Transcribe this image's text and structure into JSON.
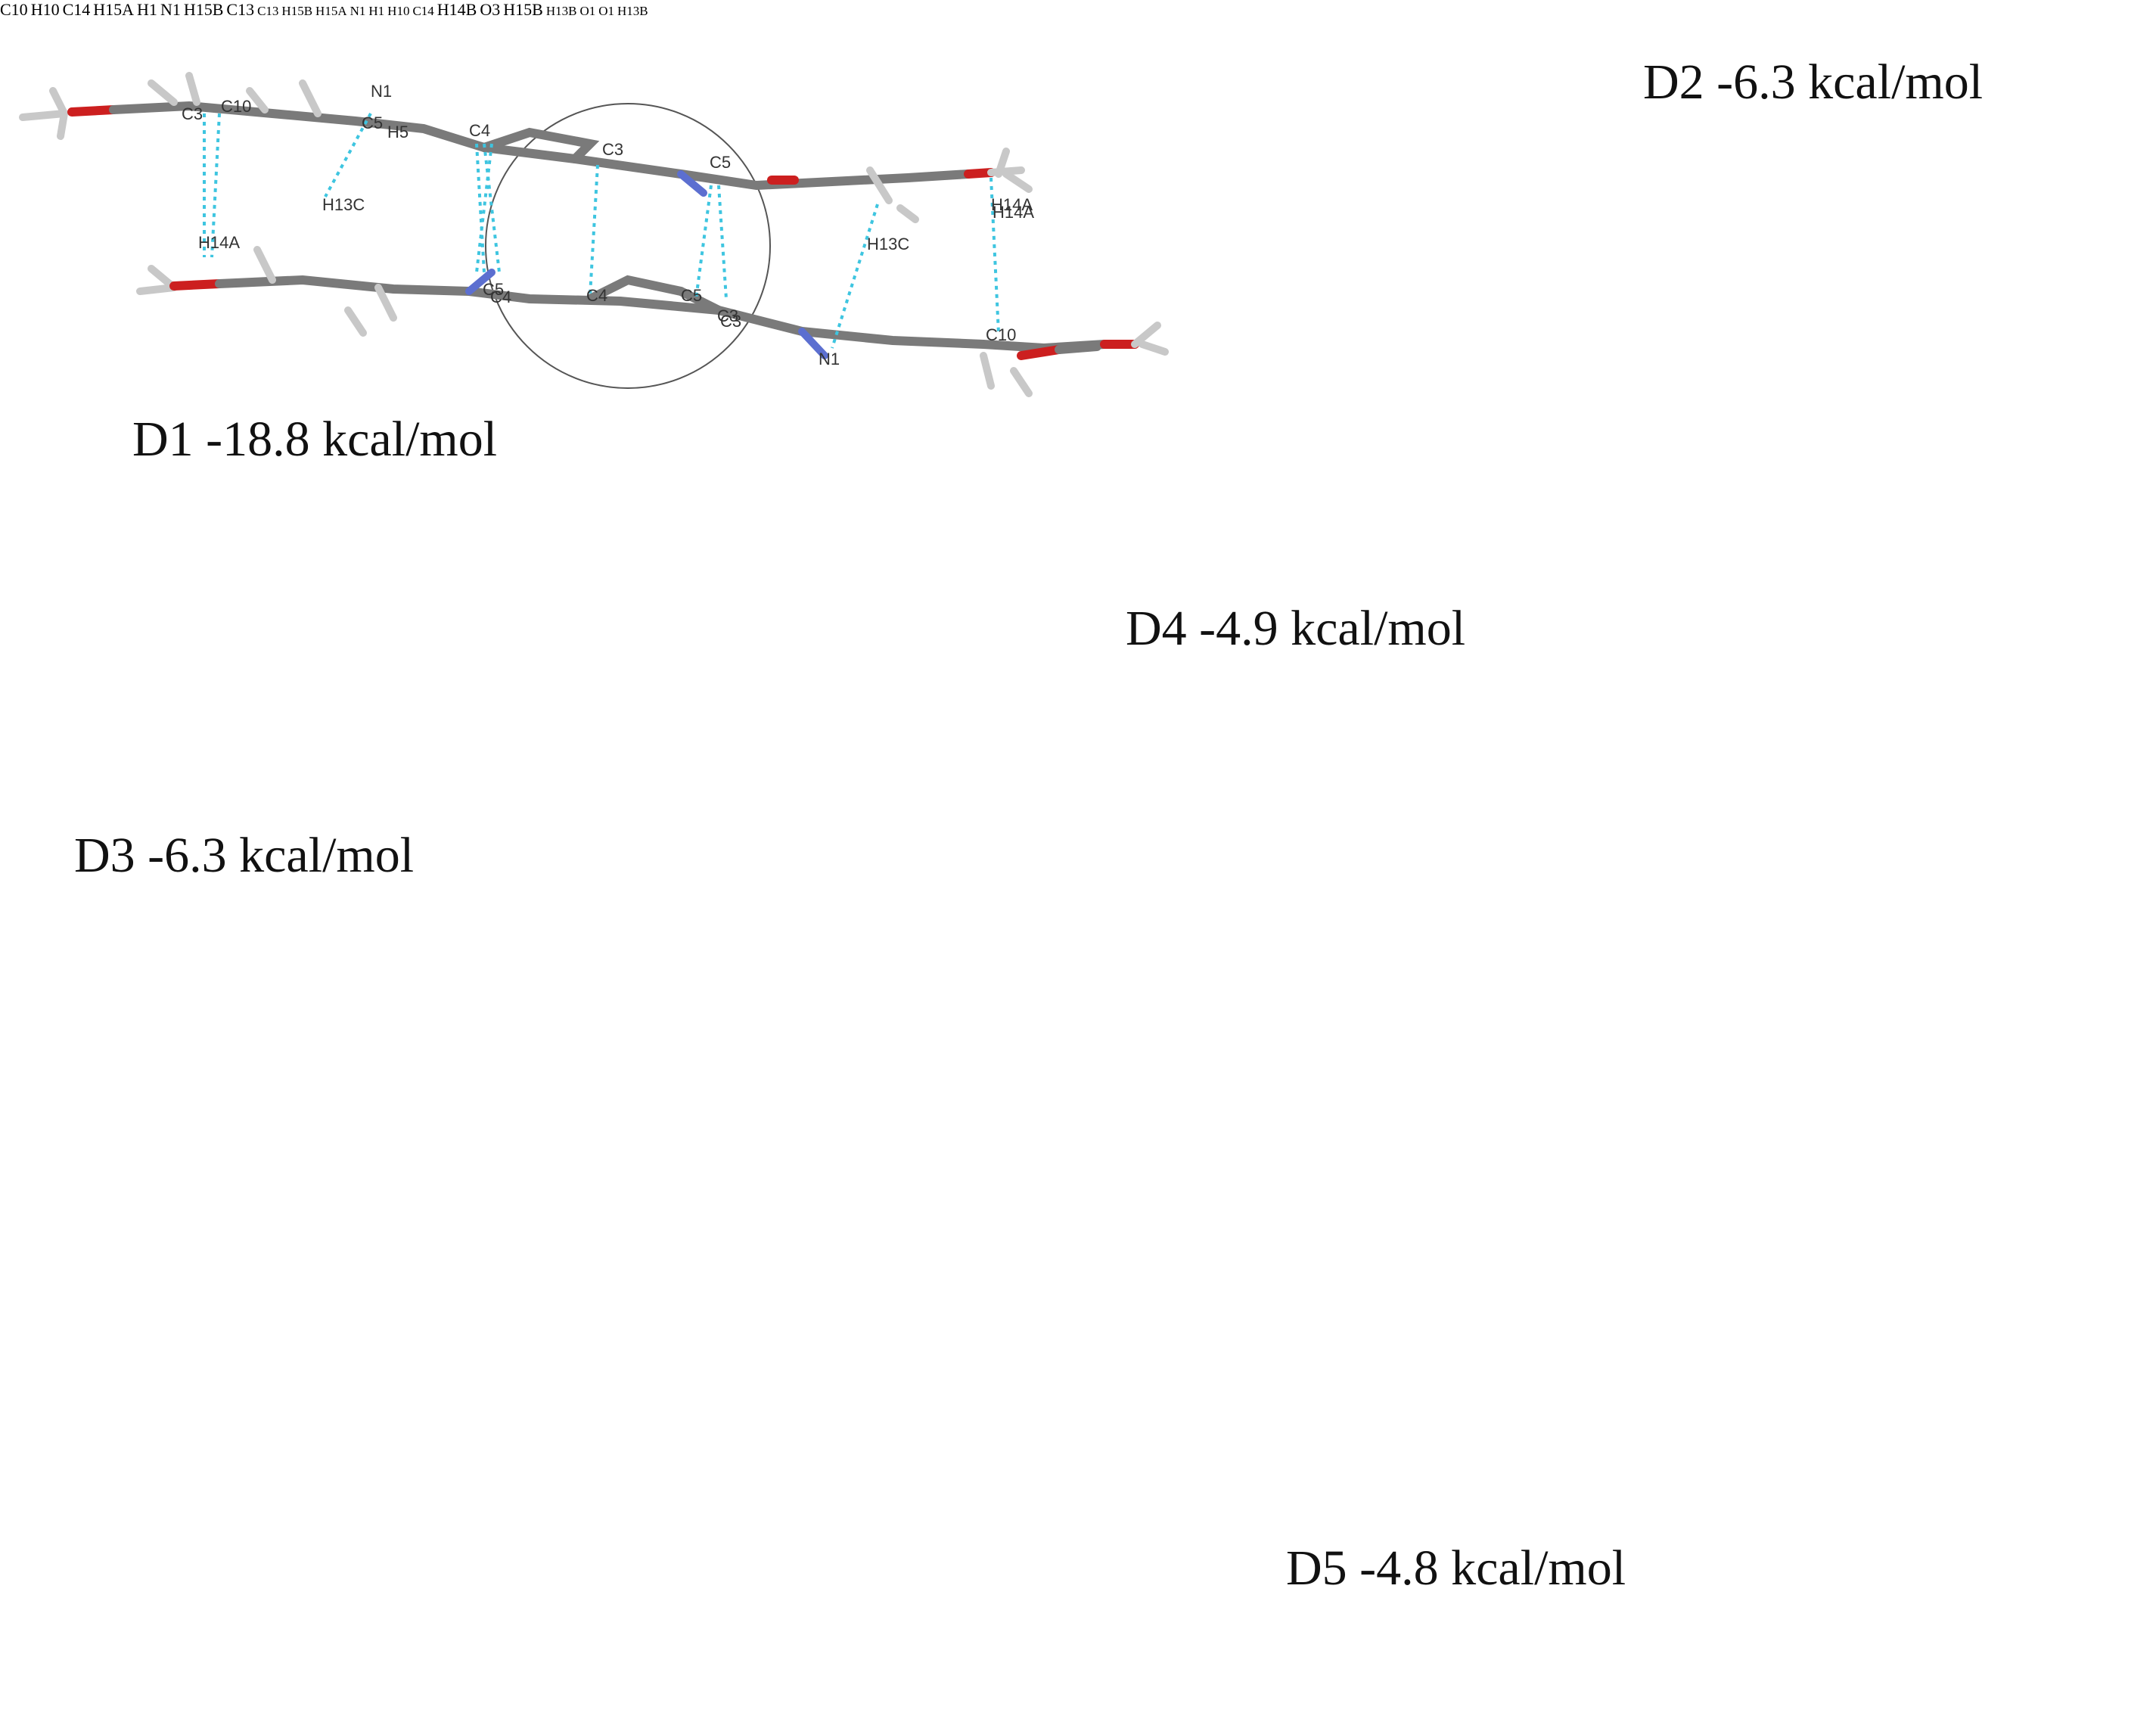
{
  "panels": [
    {
      "id": "d1",
      "caption": "D1 -18.8 kcal/mol",
      "atom_labels": [
        "N1",
        "C5",
        "H5",
        "C4",
        "C3",
        "C5",
        "C3",
        "C4",
        "C5",
        "C5",
        "C3",
        "H13C",
        "H14A",
        "C10",
        "H14A",
        "H13C",
        "N1",
        "C10",
        "H14A",
        "C4",
        "C3"
      ]
    },
    {
      "id": "d2",
      "caption": "D2 -6.3 kcal/mol",
      "atom_labels": [
        "C10",
        "H10",
        "C14",
        "H15A",
        "H1",
        "N1",
        "H15B",
        "C13"
      ]
    },
    {
      "id": "d3",
      "caption": "D3 -6.3 kcal/mol",
      "atom_labels": [
        "C13",
        "H15B",
        "H15A",
        "N1",
        "H1",
        "H10",
        "C14"
      ]
    },
    {
      "id": "d4",
      "caption": "D4 -4.9 kcal/mol",
      "atom_labels": [
        "H14B",
        "O3",
        "H15B"
      ]
    },
    {
      "id": "d5",
      "caption": "D5 -4.8 kcal/mol",
      "atom_labels": [
        "H13B",
        "O1",
        "O1",
        "H13B"
      ]
    }
  ],
  "colors": {
    "bond": "#7a7a7a",
    "bond_light": "#b4b4b4",
    "hydrogen": "#c8c8c8",
    "oxygen": "#cc1f1f",
    "nitrogen": "#5c6fd0",
    "fluorine_cyan": "#33c6d6",
    "contact": "#3ec5e0",
    "caption": "#111111"
  }
}
